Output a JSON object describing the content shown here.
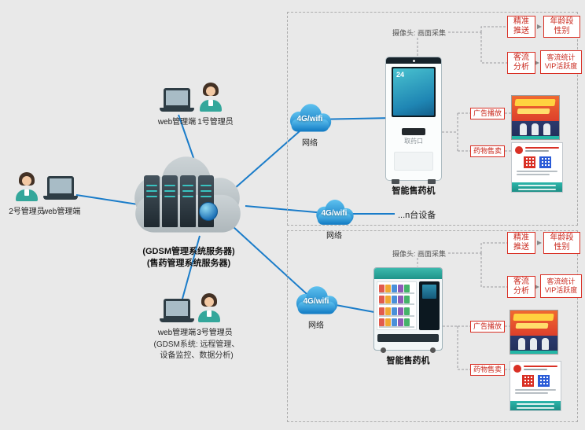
{
  "colors": {
    "background": "#e9e9e9",
    "link_blue": "#1a7cc9",
    "tag_red": "#d93025",
    "teal": "#2fa69b",
    "cloud_blue": "#1079c2"
  },
  "admins": [
    {
      "web_label": "web管理端",
      "name_label": "1号管理员"
    },
    {
      "name_label": "2号管理员",
      "web_label": "web管理端"
    },
    {
      "web_label": "web管理端",
      "name_label": "3号管理员",
      "note_line1": "(GDSM系统: 远程管理、",
      "note_line2": "设备监控、数据分析)"
    }
  ],
  "server": {
    "label_line1": "(GDSM管理系统服务器)",
    "label_line2": "(售药管理系统服务器)"
  },
  "network": {
    "label": "4G/wifi",
    "sub_label": "网络"
  },
  "more_devices_label": "...n台设备",
  "zones": [
    {
      "camera_label": "摄像头: 画面采集",
      "machine_label": "智能售药机",
      "screen_text": "24",
      "slot_label": "取药口",
      "tags": {
        "push_line1": "精准",
        "push_line2": "推送",
        "age_line1": "年龄段",
        "age_line2": "性别",
        "flow_line1": "客流",
        "flow_line2": "分析",
        "stat_line1": "客流统计",
        "stat_line2": "VIP活跃度",
        "ad_label": "广告播放",
        "sale_label": "药物售卖"
      }
    },
    {
      "camera_label": "摄像头: 画面采集",
      "machine_label": "智能售药机",
      "tags": {
        "push_line1": "精准",
        "push_line2": "推送",
        "age_line1": "年龄段",
        "age_line2": "性别",
        "flow_line1": "客流",
        "flow_line2": "分析",
        "stat_line1": "客流统计",
        "stat_line2": "VIP活跃度",
        "ad_label": "广告播放",
        "sale_label": "药物售卖"
      }
    }
  ]
}
